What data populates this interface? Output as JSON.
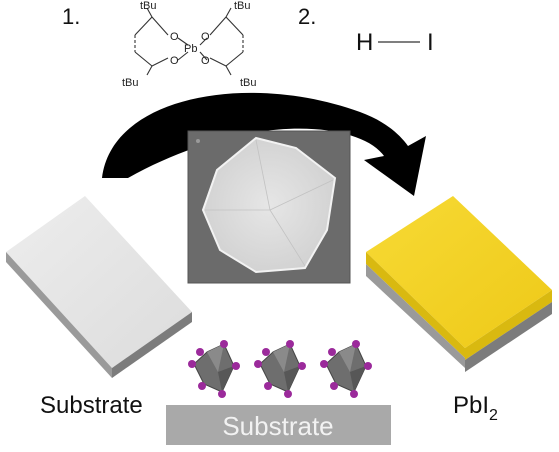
{
  "reagents": {
    "step1_number": "1.",
    "step2_number": "2.",
    "complex": {
      "center_atom": "Pb",
      "oxygen": "O",
      "tbu_top_left": "tBu",
      "tbu_bottom_left": "tBu",
      "tbu_top_right": "tBu",
      "tbu_bottom_right": "tBu"
    },
    "hi": {
      "h_atom": "H",
      "i_atom": "I"
    }
  },
  "substrate_label": "Substrate",
  "product_label": {
    "base": "PbI",
    "subscript": "2"
  },
  "slab_label": "Substrate",
  "colors": {
    "substrate_top": "#e8e8e8",
    "substrate_side": "#8a8a8a",
    "product_top": "#f5d327",
    "product_side": "#8a8a8a",
    "arrow": "#000000",
    "sem_background": "#6d6d6d",
    "crystal": "#dcdcdc",
    "slab": "#a9a9a9",
    "octahedron": "#707070",
    "iodide": "#9b2a9b"
  },
  "icons": [
    "curved-arrow",
    "sem-micrograph",
    "octahedron"
  ]
}
